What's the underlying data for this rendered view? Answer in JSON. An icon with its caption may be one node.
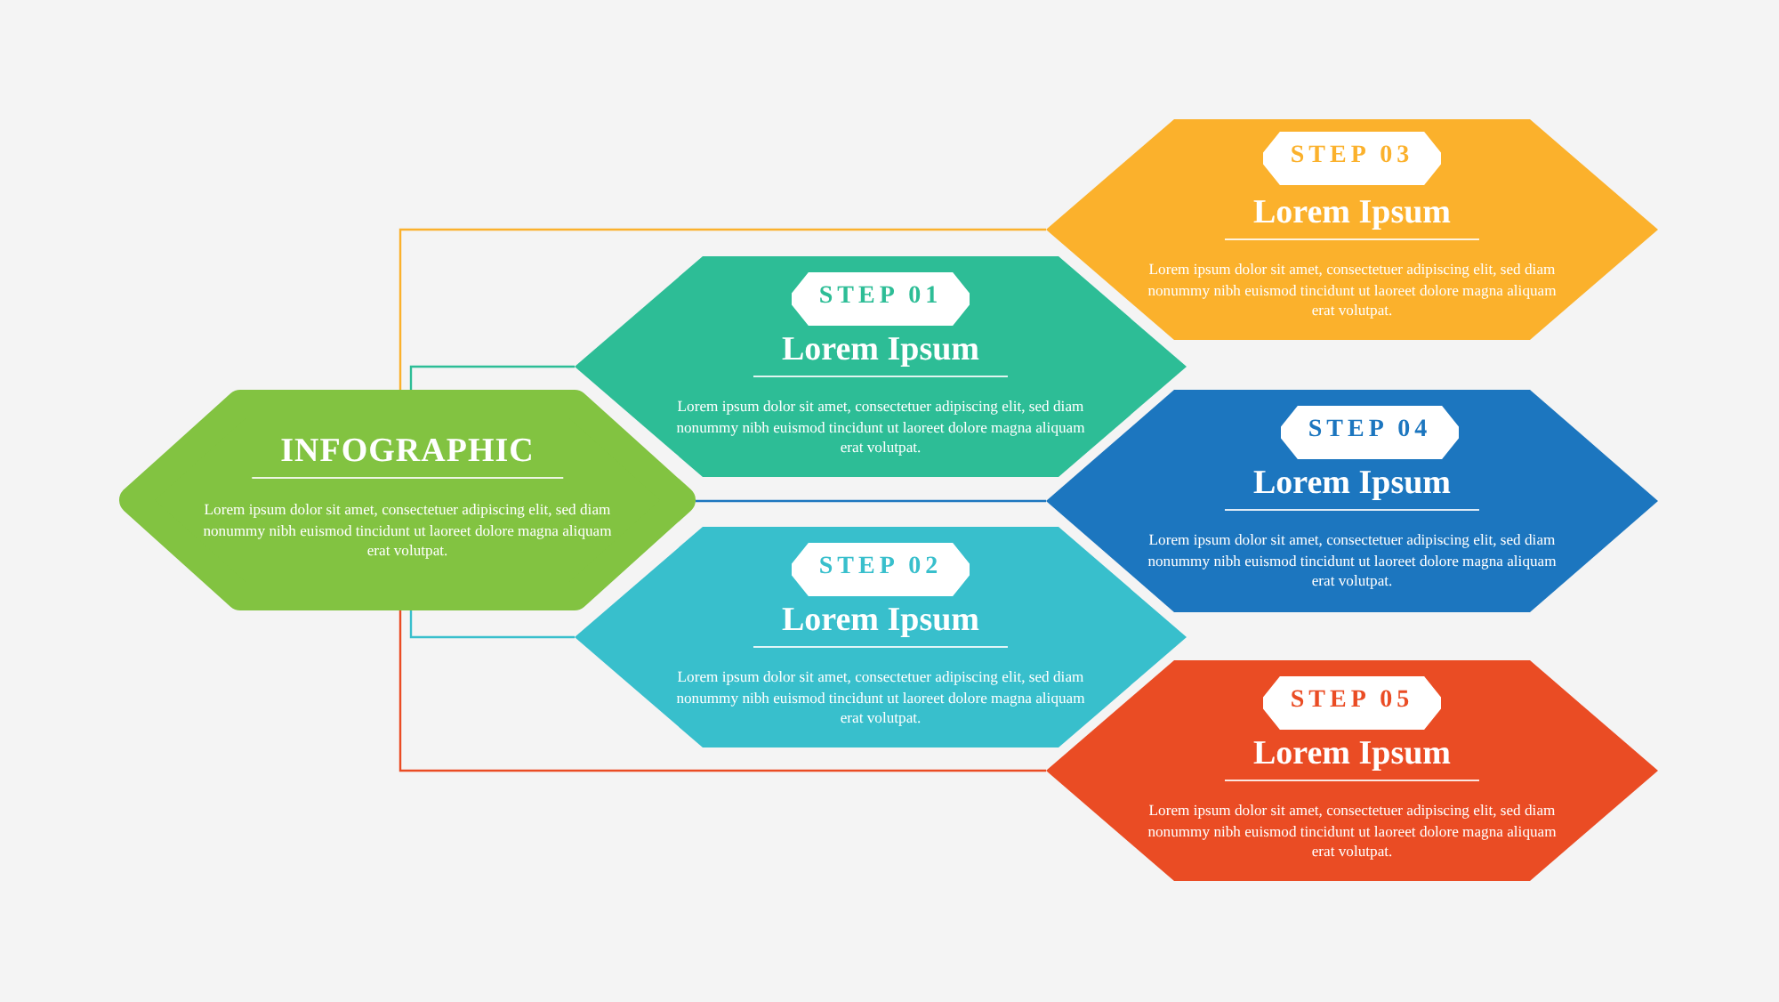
{
  "diagram": {
    "nodes": [
      {
        "text": [
          "INFOGRAPHIC",
          "Lorem ipsum dolor sit amet, consectetuer adipiscing elit, sed diam nonummy nibh euismod tincidunt ut laoreet dolore magna aliquam erat volutpat."
        ]
      },
      {
        "text": [
          "Lorem Ipsum",
          "Lorem ipsum dolor sit amet, consectetuer adipiscing elit, sed diam nonummy nibh euismod tincidunt ut laoreet dolore magna aliquam erat volutpat."
        ]
      },
      {
        "text": [
          "STEP 01"
        ],
        "in": 1
      },
      {
        "text": [
          "Lorem Ipsum",
          "Lorem ipsum dolor sit amet, consectetuer adipiscing elit, sed diam nonummy nibh euismod tincidunt ut laoreet dolore magna aliquam erat volutpat."
        ]
      },
      {
        "text": [
          "STEP 02"
        ],
        "in": 3
      },
      {
        "text": [
          "Lorem Ipsum",
          "Lorem ipsum dolor sit amet, consectetuer adipiscing elit, sed diam nonummy nibh euismod tincidunt ut laoreet dolore magna aliquam erat volutpat."
        ]
      },
      {
        "text": [
          "STEP 03"
        ],
        "in": 5
      },
      {
        "text": [
          "Lorem Ipsum",
          "Lorem ipsum dolor sit amet, consectetuer adipiscing elit, sed diam nonummy nibh euismod tincidunt ut laoreet dolore magna aliquam erat volutpat."
        ]
      },
      {
        "text": [
          "STEP 04"
        ],
        "in": 7
      },
      {
        "text": [
          "Lorem Ipsum",
          "Lorem ipsum dolor sit amet, consectetuer adipiscing elit, sed diam nonummy nibh euismod tincidunt ut laoreet dolore magna aliquam erat volutpat."
        ]
      },
      {
        "text": [
          "STEP 05"
        ],
        "in": 9
      }
    ],
    "edges": [
      {
        "from": 0,
        "to": 1,
        "arrow": "none",
        "color": "#2dbd96"
      },
      {
        "from": 0,
        "to": 3,
        "arrow": "none",
        "color": "#38bfcc"
      },
      {
        "from": 0,
        "to": 5,
        "arrow": "none",
        "color": "#fbb12c"
      },
      {
        "from": 0,
        "to": 7,
        "arrow": "none",
        "color": "#1c76bf"
      },
      {
        "from": 0,
        "to": 9,
        "arrow": "none",
        "color": "#ea4c24"
      }
    ]
  }
}
